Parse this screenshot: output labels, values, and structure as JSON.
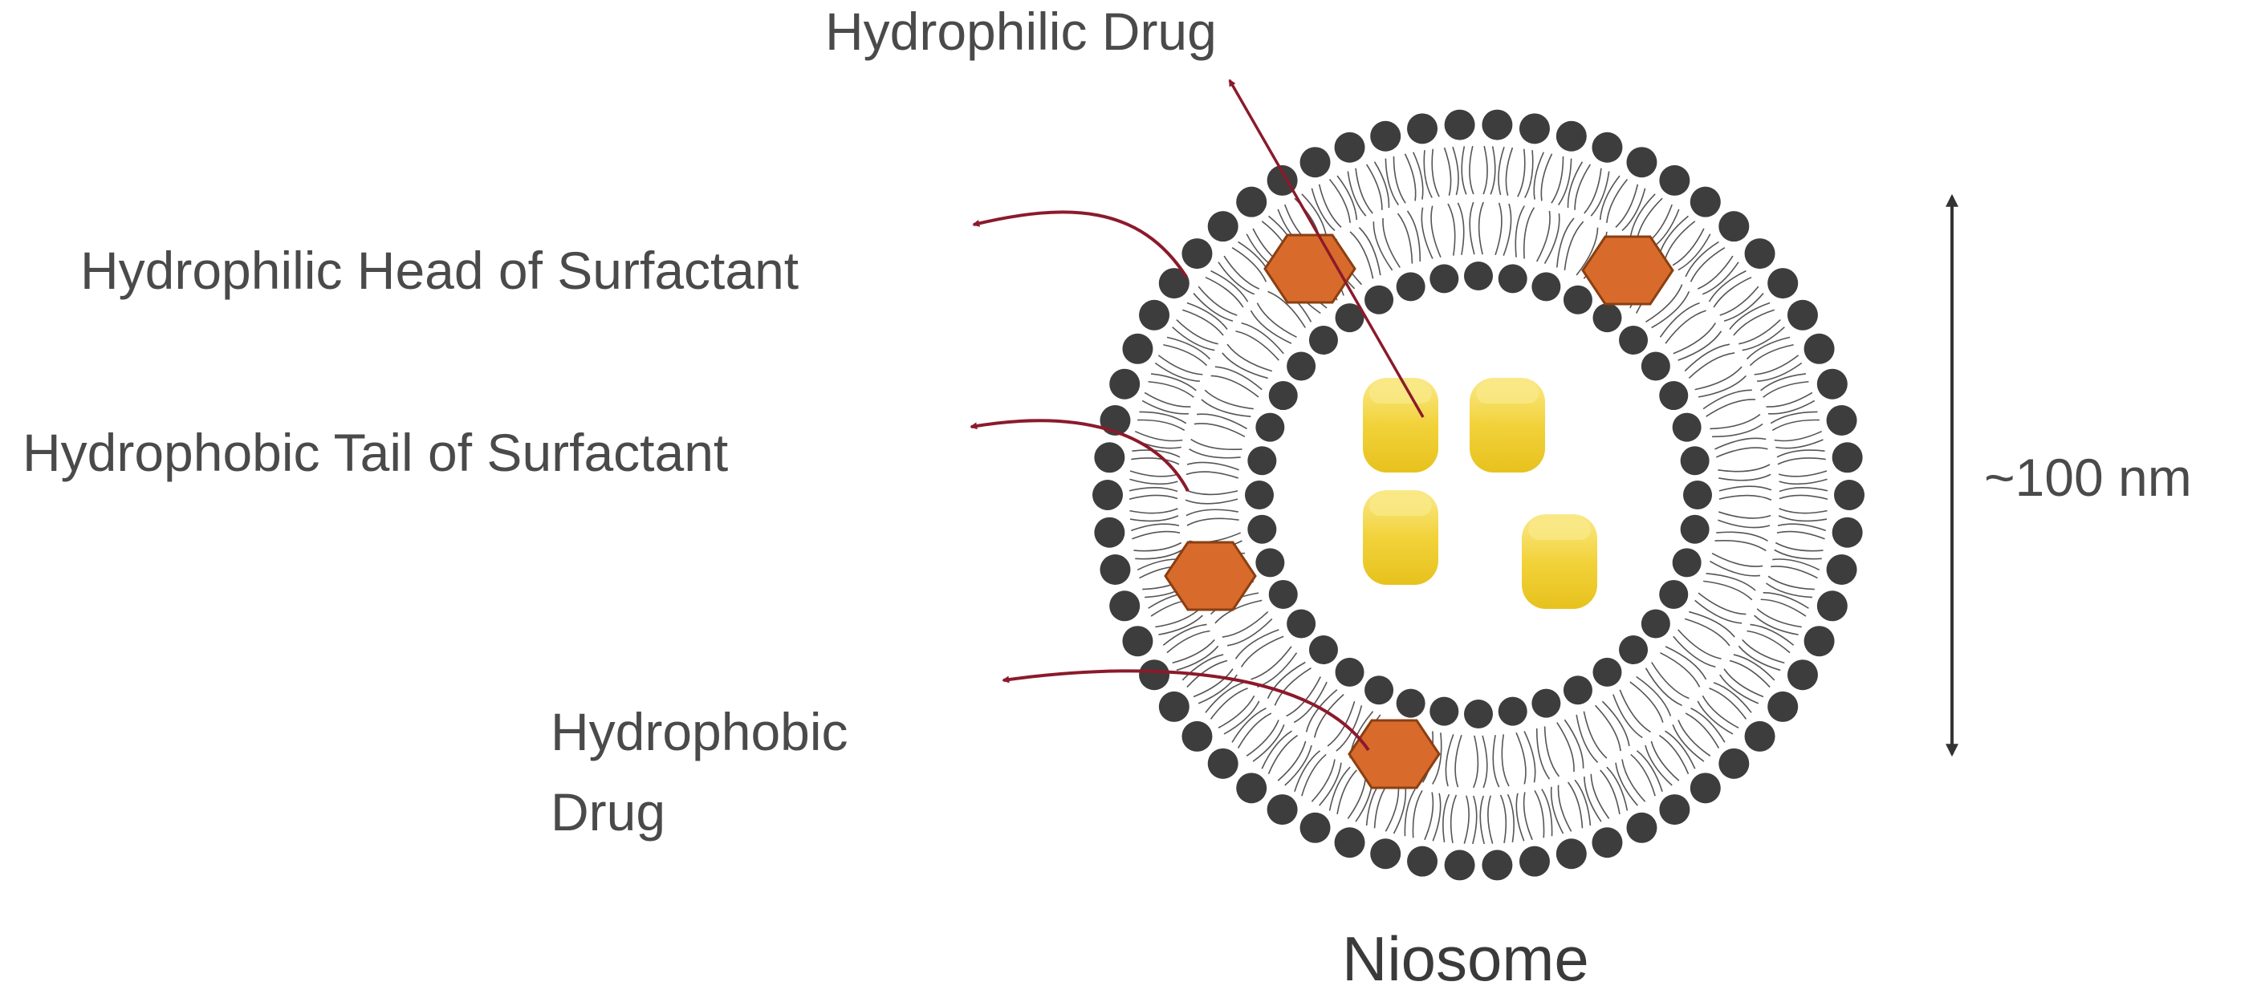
{
  "labels": {
    "hydrophilic_drug": "Hydrophilic Drug",
    "hydrophilic_head": "Hydrophilic Head of Surfactant",
    "hydrophobic_tail": "Hydrophobic Tail of Surfactant",
    "hydrophobic_drug_line1": "Hydrophobic",
    "hydrophobic_drug_line2": "Drug",
    "size": "~100 nm",
    "title": "Niosome"
  },
  "colors": {
    "head": "#3d3d3d",
    "tail": "#555555",
    "hydrophobic_drug_fill": "#d86b2c",
    "hydrophobic_drug_stroke": "#8a3f12",
    "hydrophilic_drug_fill": "#f2d23a",
    "hydrophilic_drug_highlight": "#fae98a",
    "pointer_arrow": "#8b1a2b",
    "dimension_arrow": "#333333",
    "text": "#4a4a4a"
  }
}
